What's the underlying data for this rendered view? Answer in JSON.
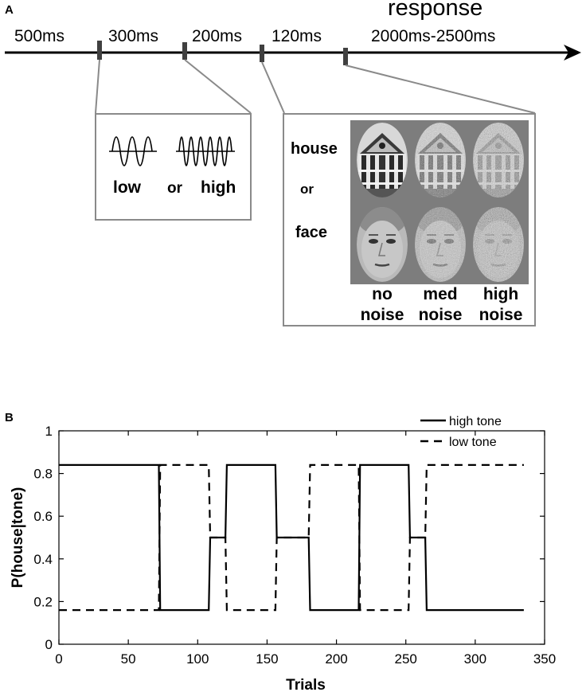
{
  "panel_a": {
    "label": "A",
    "response": "response",
    "durations": [
      "500ms",
      "300ms",
      "200ms",
      "120ms",
      "2000ms-2500ms"
    ],
    "tone_box": {
      "low": "low",
      "or": "or",
      "high": "high"
    },
    "stim_box": {
      "house": "house",
      "or": "or",
      "face": "face",
      "noise_levels": [
        {
          "line1": "no",
          "line2": "noise"
        },
        {
          "line1": "med",
          "line2": "noise"
        },
        {
          "line1": "high",
          "line2": "noise"
        }
      ]
    }
  },
  "panel_b": {
    "label": "B",
    "chart_data": {
      "type": "line",
      "xlabel": "Trials",
      "ylabel": "P(house|tone)",
      "xlim": [
        0,
        350
      ],
      "ylim": [
        0,
        1
      ],
      "xticks": [
        0,
        50,
        100,
        150,
        200,
        250,
        300,
        350
      ],
      "yticks": [
        0,
        0.2,
        0.4,
        0.6,
        0.8,
        1
      ],
      "legend_position": "top-right",
      "series": [
        {
          "name": "high tone",
          "style": "solid",
          "x": [
            0,
            72,
            73,
            108,
            109,
            120,
            121,
            156,
            157,
            180,
            181,
            216,
            217,
            252,
            253,
            264,
            265,
            335
          ],
          "y": [
            0.84,
            0.84,
            0.16,
            0.16,
            0.5,
            0.5,
            0.84,
            0.84,
            0.5,
            0.5,
            0.16,
            0.16,
            0.84,
            0.84,
            0.5,
            0.5,
            0.16,
            0.16
          ]
        },
        {
          "name": "low tone",
          "style": "dashed",
          "x": [
            0,
            72,
            73,
            108,
            109,
            120,
            121,
            156,
            157,
            180,
            181,
            216,
            217,
            252,
            253,
            264,
            265,
            335
          ],
          "y": [
            0.16,
            0.16,
            0.84,
            0.84,
            0.5,
            0.5,
            0.16,
            0.16,
            0.5,
            0.5,
            0.84,
            0.84,
            0.16,
            0.16,
            0.5,
            0.5,
            0.84,
            0.84
          ]
        }
      ]
    }
  }
}
